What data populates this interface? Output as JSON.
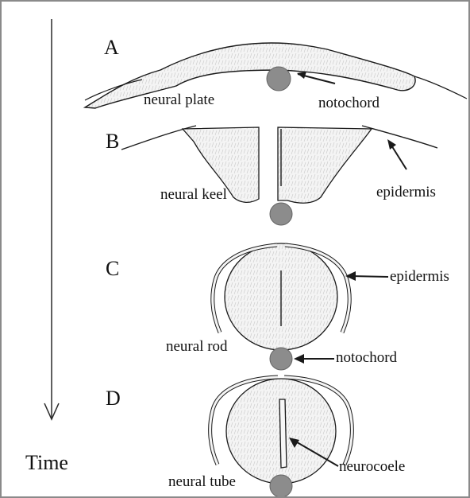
{
  "panels": {
    "a": "A",
    "b": "B",
    "c": "C",
    "d": "D"
  },
  "axis": {
    "time_label": "Time"
  },
  "labels": {
    "a_neural_plate": "neural plate",
    "a_notochord": "notochord",
    "b_neural_keel": "neural keel",
    "b_epidermis": "epidermis",
    "c_epidermis": "epidermis",
    "c_neural_rod": "neural rod",
    "c_notochord": "notochord",
    "d_neural_tube": "neural tube",
    "d_neurocoele": "neurocoele"
  },
  "colors": {
    "notochord_fill": "#8c8c8c",
    "tissue_fill": "#f1f1f1",
    "outline": "#1a1a1a",
    "frame": "#8a8a8a"
  }
}
